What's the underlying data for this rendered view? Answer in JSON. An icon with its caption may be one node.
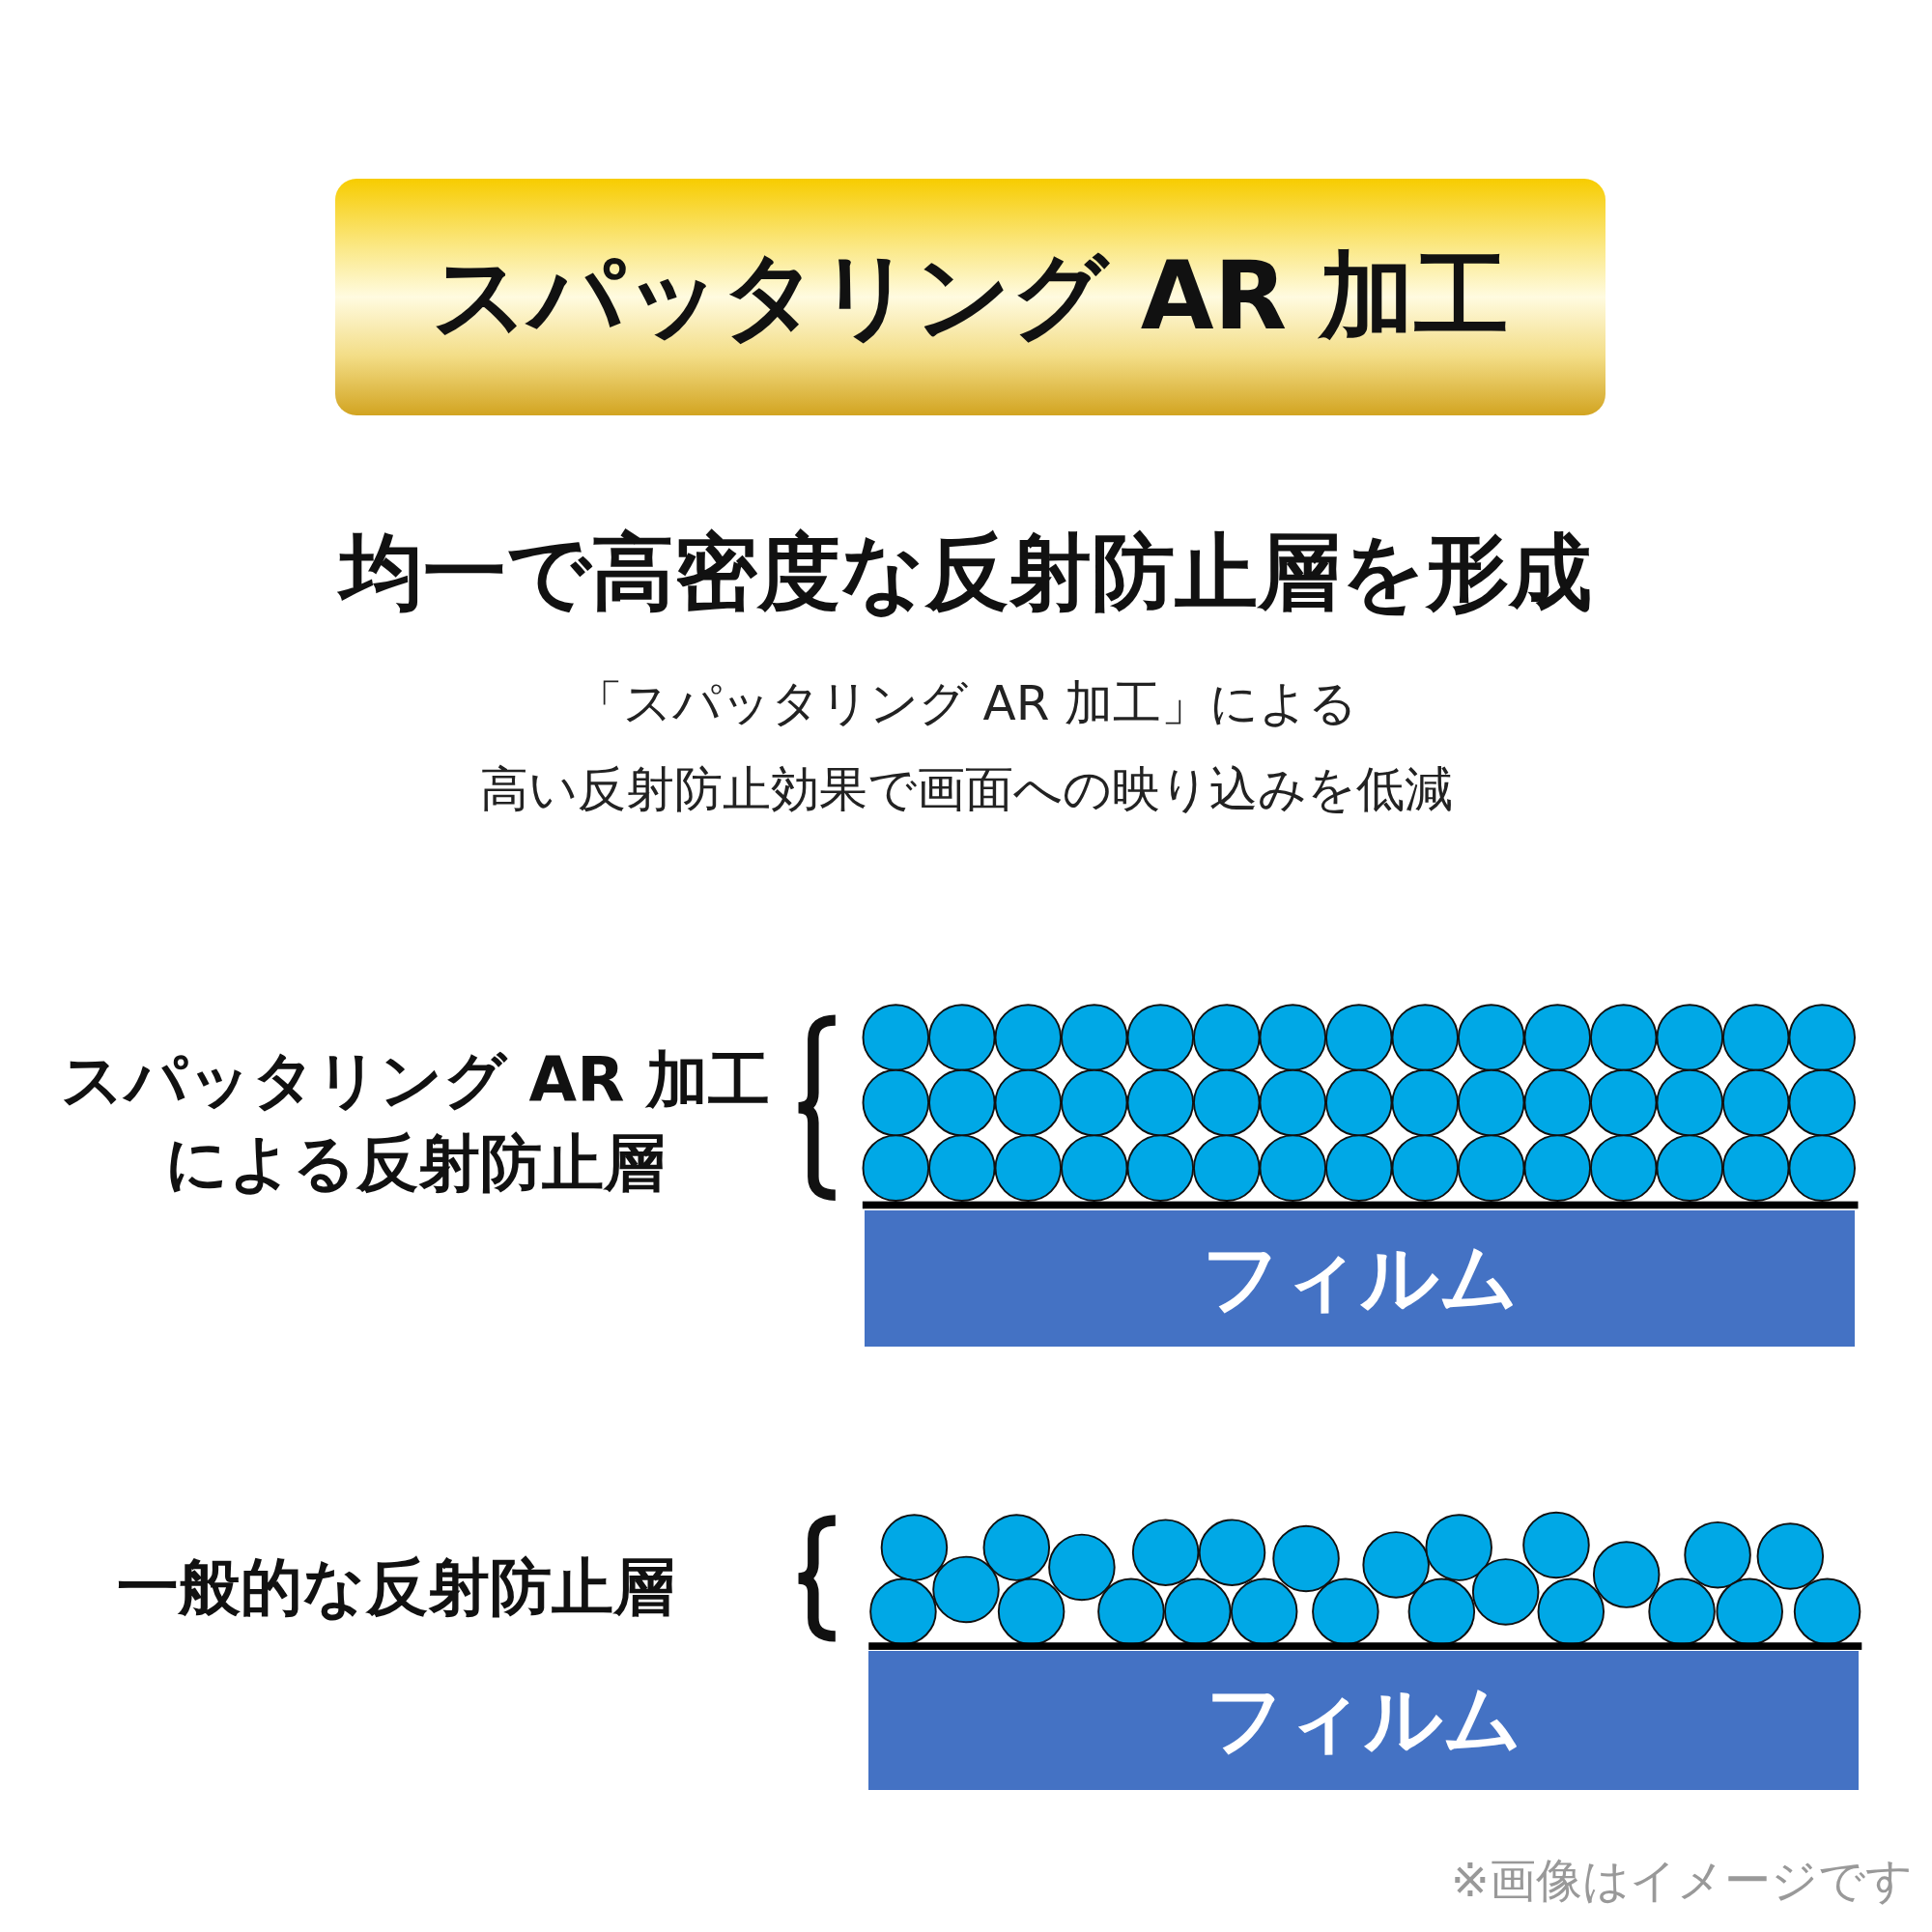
{
  "diagram": {
    "nodes": [
      {
        "text": [
          "スパッタリング AR 加工"
        ]
      },
      {
        "text": [
          "フィルム"
        ]
      },
      {
        "text": [
          "フィルム"
        ]
      }
    ],
    "edges": [],
    "labels": [
      "均一で高密度な反射防止層を形成",
      "「スパッタリング AR 加工」による",
      "高い反射防止効果で画面への映り込みを低減",
      "スパッタリング AR 加工による反射防止層",
      "一般的な反射防止層",
      "※画像はイメージです"
    ]
  }
}
